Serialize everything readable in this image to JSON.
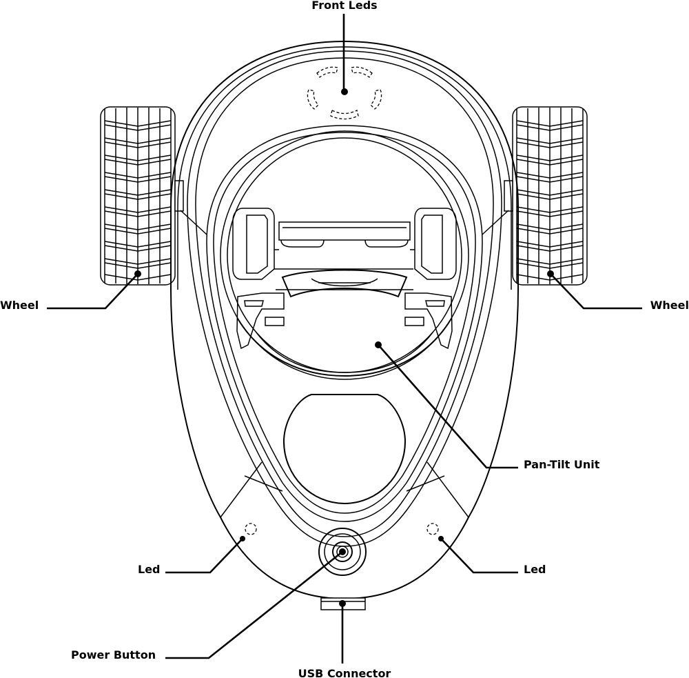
{
  "figure": {
    "description_free": true,
    "labels": {
      "front_leds": "Front Leds",
      "wheel_left": "Wheel",
      "wheel_right": "Wheel",
      "pan_tilt": "Pan-Tilt Unit",
      "led_left": "Led",
      "led_right": "Led",
      "power_button": "Power Button",
      "usb_connector": "USB Connector"
    }
  }
}
